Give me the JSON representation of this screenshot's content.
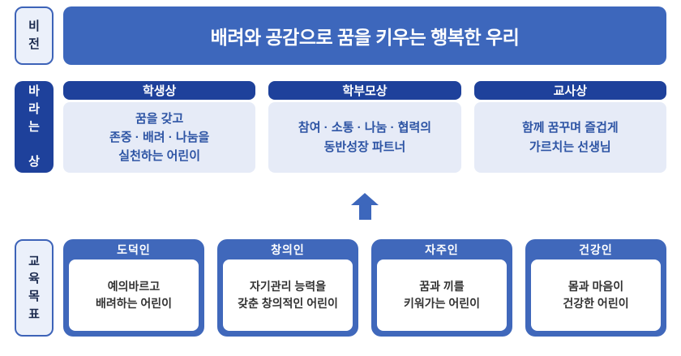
{
  "colors": {
    "banner_blue": "#3D67BC",
    "header_navy": "#1E419B",
    "light_panel": "#E6EBF7",
    "panel_text_blue": "#2D54A4",
    "label_light_bg": "#EBF0FA",
    "label_border_blue": "#3D63B8",
    "label_dark_text": "#1B2A4E",
    "card_frame_blue": "#4068BB",
    "card_body_text": "#333333",
    "arrow_blue": "#3D67BC"
  },
  "vision": {
    "label": "비전",
    "title": "배려와 공감으로 꿈을 키우는 행복한 우리"
  },
  "ideals": {
    "label": "바라는\n\n상",
    "items": [
      {
        "title": "학생상",
        "body": "꿈을 갖고\n존중 · 배려 · 나눔을\n실천하는 어린이"
      },
      {
        "title": "학부모상",
        "body": "참여 · 소통 · 나눔 · 협력의\n동반성장 파트너"
      },
      {
        "title": "교사상",
        "body": "함께 꿈꾸며 즐겁게\n가르치는 선생님"
      }
    ]
  },
  "goals": {
    "label": "교육목표",
    "items": [
      {
        "title": "도덕인",
        "body": "예의바르고\n배려하는 어린이"
      },
      {
        "title": "창의인",
        "body": "자기관리 능력을\n갖춘 창의적인 어린이"
      },
      {
        "title": "자주인",
        "body": "꿈과 끼를\n키워가는 어린이"
      },
      {
        "title": "건강인",
        "body": "몸과 마음이\n건강한 어린이"
      }
    ]
  }
}
